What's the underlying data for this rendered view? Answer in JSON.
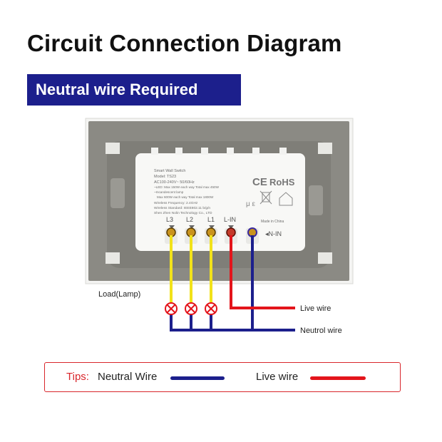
{
  "title": "Circuit Connection Diagram",
  "banner": "Neutral wire Required",
  "switch_label": {
    "lines": [
      "Smart Wall Switch",
      "Model: TS23",
      "AC100-240V~ 50/60Hz",
      "~LED: Max 150W each way  Total max 450W",
      "~Incandescent lamp",
      "Max 600W each way  Total max 1800W",
      "Wireless Frequency: 2.4GHz",
      "Wireless Standard: IEEE802.11 b/g/n",
      "Shen Zhen Nolin Technology Co., LTD"
    ],
    "made_in": "Made in China",
    "ce": "CE",
    "rohs": "RoHS"
  },
  "terminals": [
    "L3",
    "L2",
    "L1",
    "L-IN"
  ],
  "terminal_n": "N-IN",
  "load_label": "Load(Lamp)",
  "live_label": "Live wire",
  "neutral_label": "Neutrol wire",
  "tips": {
    "label": "Tips:",
    "neutral": "Neutral Wire",
    "live": "Live wire"
  },
  "colors": {
    "neutral": "#1c1f8c",
    "live": "#e3141b",
    "load": "#f2e21a",
    "accent_border": "#d9262b"
  }
}
